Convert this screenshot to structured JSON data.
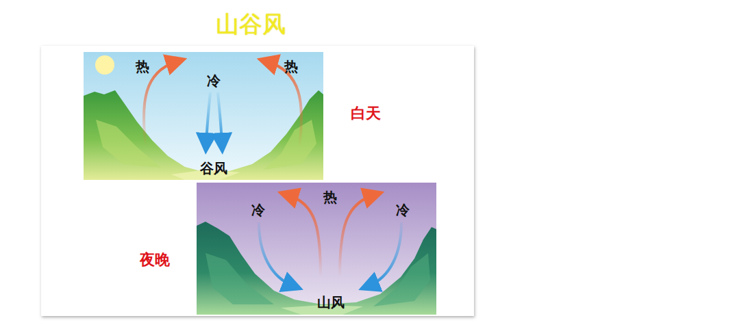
{
  "diagram": {
    "title": "山谷风",
    "labels": [
      "热",
      "冷",
      "热",
      "谷风",
      "白天",
      "夜晚",
      "冷",
      "热",
      "冷",
      "山风"
    ]
  }
}
